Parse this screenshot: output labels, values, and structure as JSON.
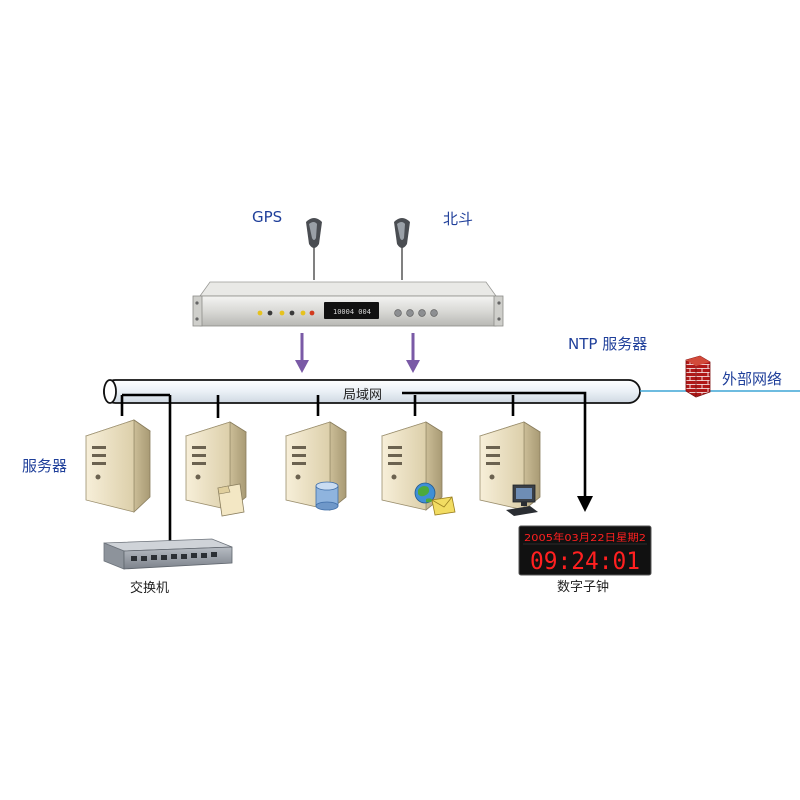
{
  "labels": {
    "gps": "GPS",
    "beidou": "北斗",
    "ntp_server": "NTP 服务器",
    "lan": "局域网",
    "external_network": "外部网络",
    "servers": "服务器",
    "switch": "交换机",
    "digital_clock": "数字子钟"
  },
  "device": {
    "display_text": "10004 004"
  },
  "clock": {
    "date_text": "2005年03月22日星期2",
    "time_text": "09:24:01"
  },
  "colors": {
    "label_blue": "#1f3f9a",
    "arrow_purple": "#7a5aa6",
    "external_line": "#3fa6d6",
    "clock_red": "#ff2020",
    "firewall_red": "#b01818"
  }
}
